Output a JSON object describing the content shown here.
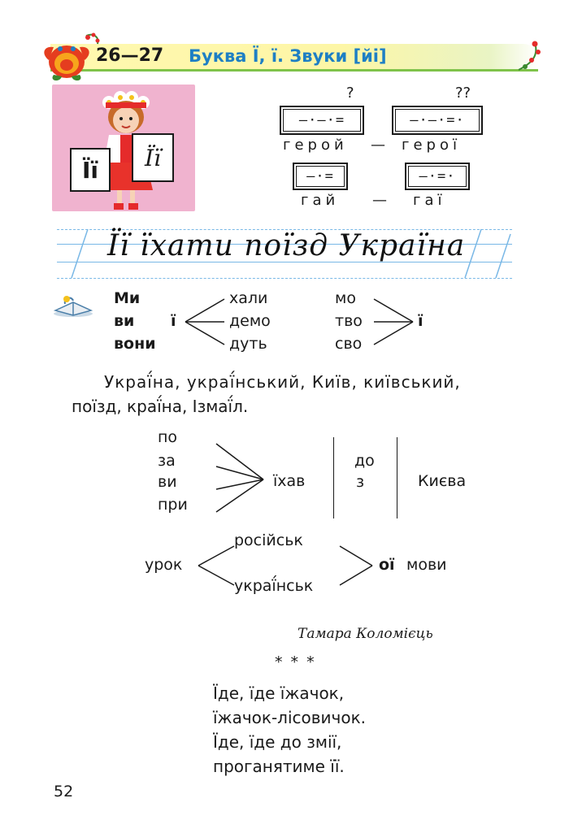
{
  "header": {
    "lesson_number": "26—27",
    "lesson_title": "Буква Ї, ї. Звуки [йі]"
  },
  "picture": {
    "card_upper": "Її",
    "card_cursive": "Її"
  },
  "schemes": {
    "q1": "?",
    "q2": "??",
    "scheme1": "—·—·=",
    "scheme2": "—·—·=·",
    "word1": "герой",
    "dash_a": "—",
    "word2": "герої",
    "scheme3": "—·=",
    "scheme4": "—·=·",
    "word3": "гай",
    "dash_b": "—",
    "word4": "гаї"
  },
  "handwriting": "Її їхати поїзд Україна",
  "icon": "book-icon",
  "scheme_words": {
    "left": [
      "Ми",
      "ви",
      "вони"
    ],
    "joint_left": "ї",
    "middle": [
      "хали",
      "демо",
      "дуть"
    ],
    "right": [
      "мо",
      "тво",
      "сво"
    ],
    "joint_right": "ї"
  },
  "paragraph": {
    "line1": "Украї́на, украї́нський, Київ, київський,",
    "line2": "поїзд, краї́на, Ізмаї́л."
  },
  "prefix_scheme": {
    "prefixes": [
      "по",
      "за",
      "ви",
      "при"
    ],
    "verb": "їхав",
    "preps": [
      "до",
      "з"
    ],
    "city": "Києва"
  },
  "lang_scheme": {
    "left": "урок",
    "top": "російськ",
    "bottom": "украї́нськ",
    "ending": "ої",
    "right": "мови"
  },
  "author": "Тамара Коломієць",
  "stars": "* * *",
  "poem": [
    "Їде, їде їжачок,",
    "їжачок-лісовичок.",
    "Їде, їде до змії,",
    "проганятиме її."
  ],
  "page_number": "52"
}
